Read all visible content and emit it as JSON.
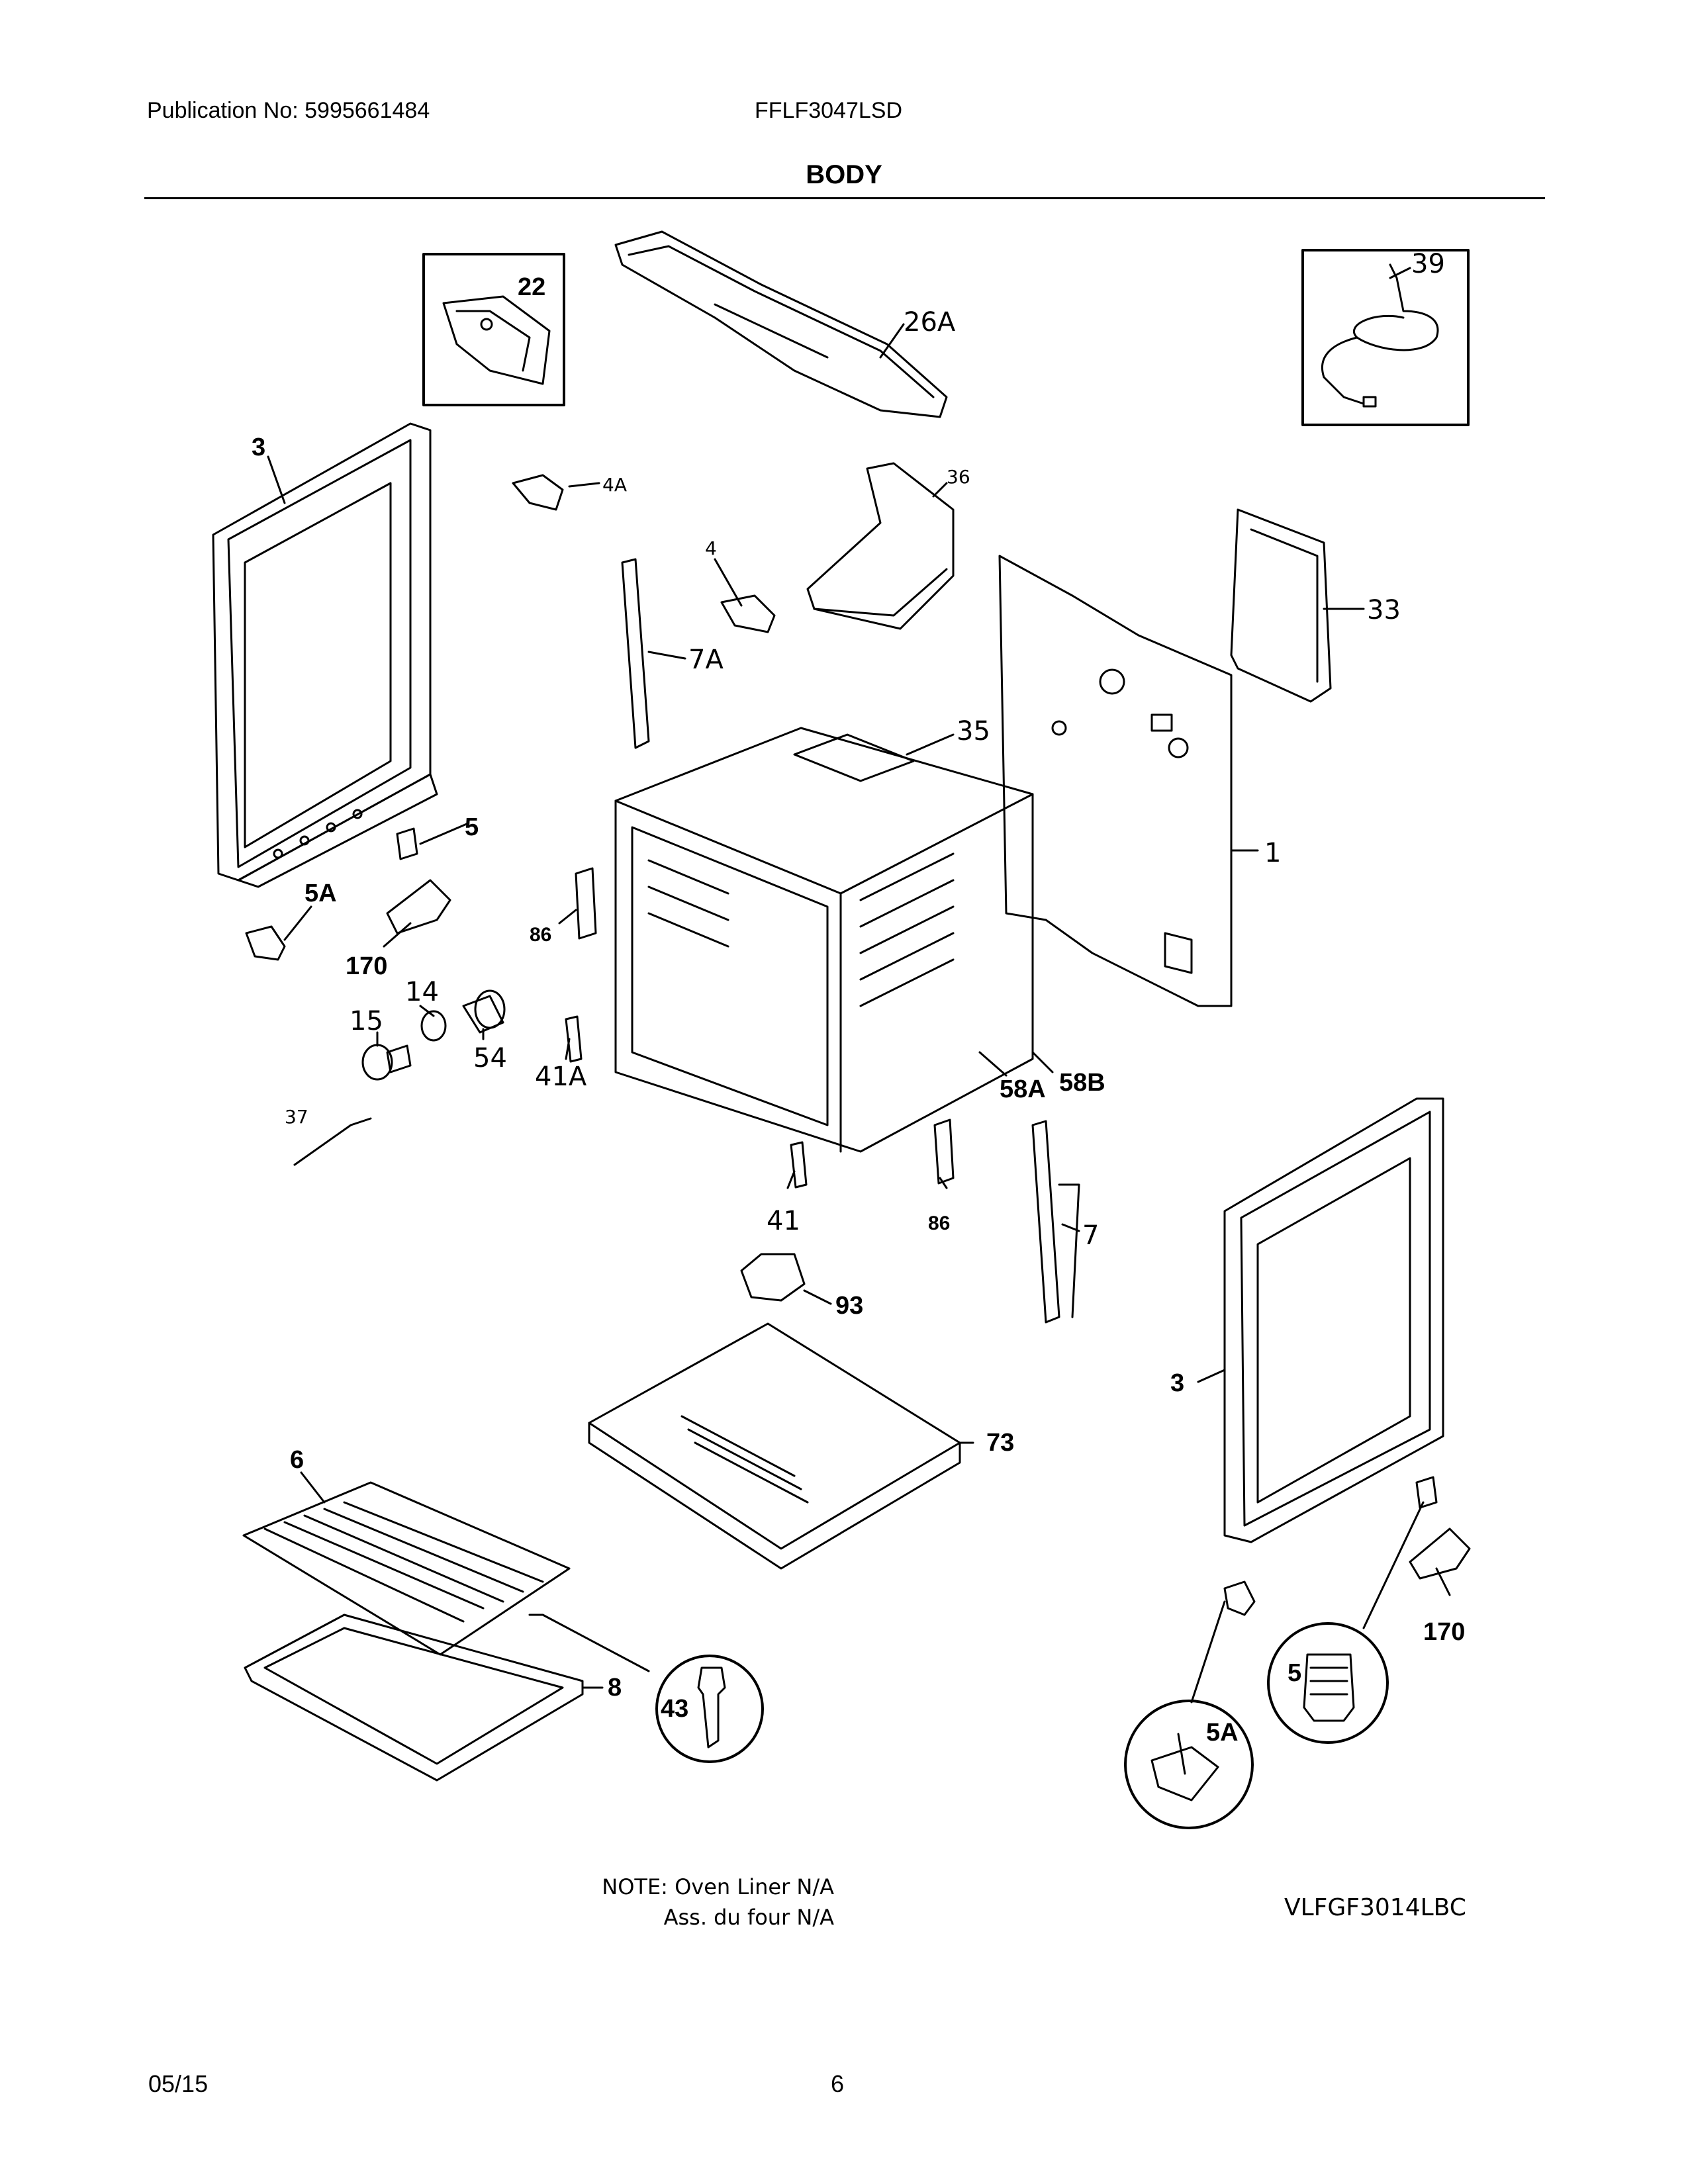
{
  "header": {
    "publication": "Publication No: 5995661484",
    "model": "FFLF3047LSD",
    "title": "BODY"
  },
  "callouts": {
    "c22": "22",
    "c26a": "26A",
    "c39": "39",
    "c3a": "3",
    "c4a": "4A",
    "c36": "36",
    "c4": "4",
    "c33": "33",
    "c7a": "7A",
    "c35": "35",
    "c5": "5",
    "c1": "1",
    "c5a": "5A",
    "c170": "170",
    "c86a": "86",
    "c14": "14",
    "c15": "15",
    "c54": "54",
    "c41a": "41A",
    "c58a": "58A",
    "c58b": "58B",
    "c37": "37",
    "c41": "41",
    "c86b": "86",
    "c7": "7",
    "c93": "93",
    "c3b": "3",
    "c73": "73",
    "c6": "6",
    "c170b": "170",
    "c8": "8",
    "c43": "43",
    "c5b": "5",
    "c5ab": "5A"
  },
  "notes": {
    "line1": "NOTE: Oven Liner N/A",
    "line2": "Ass. du four N/A",
    "figure_code": "VLFGF3014LBC"
  },
  "footer": {
    "date": "05/15",
    "page": "6"
  }
}
